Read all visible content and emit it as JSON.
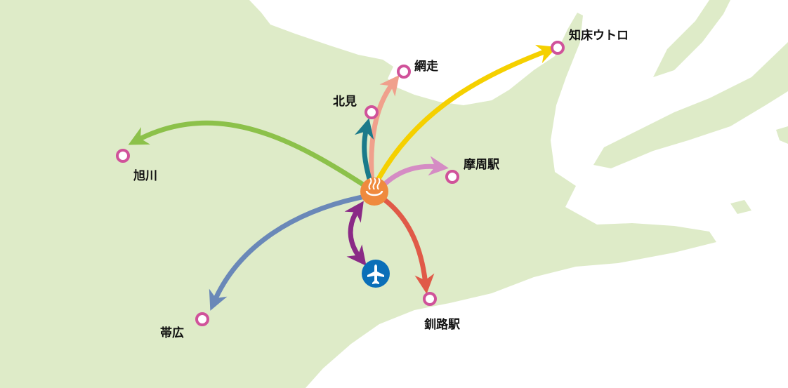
{
  "colors": {
    "land": "#deebc8",
    "sea": "#ffffff",
    "station": "#d0529a",
    "hub": "#ef8a3e",
    "airport": "#0a6fb8"
  },
  "hub": {
    "icon": "hot-spring-icon"
  },
  "airport": {
    "icon": "airplane-icon"
  },
  "destinations": [
    {
      "id": "shiretoko",
      "label": "知床ウトロ",
      "color": "#f5d000"
    },
    {
      "id": "abashiri",
      "label": "網走",
      "color": "#f0a08c"
    },
    {
      "id": "kitami",
      "label": "北見",
      "color": "#1a7a8a"
    },
    {
      "id": "asahikawa",
      "label": "旭川",
      "color": "#8cc14a"
    },
    {
      "id": "mashu",
      "label": "摩周駅",
      "color": "#d58cc4"
    },
    {
      "id": "obihiro",
      "label": "帯広",
      "color": "#6a88b8"
    },
    {
      "id": "kushiro",
      "label": "釧路駅",
      "color": "#e05a48"
    },
    {
      "id": "airport",
      "label": "",
      "color": "#8a2a86"
    }
  ]
}
